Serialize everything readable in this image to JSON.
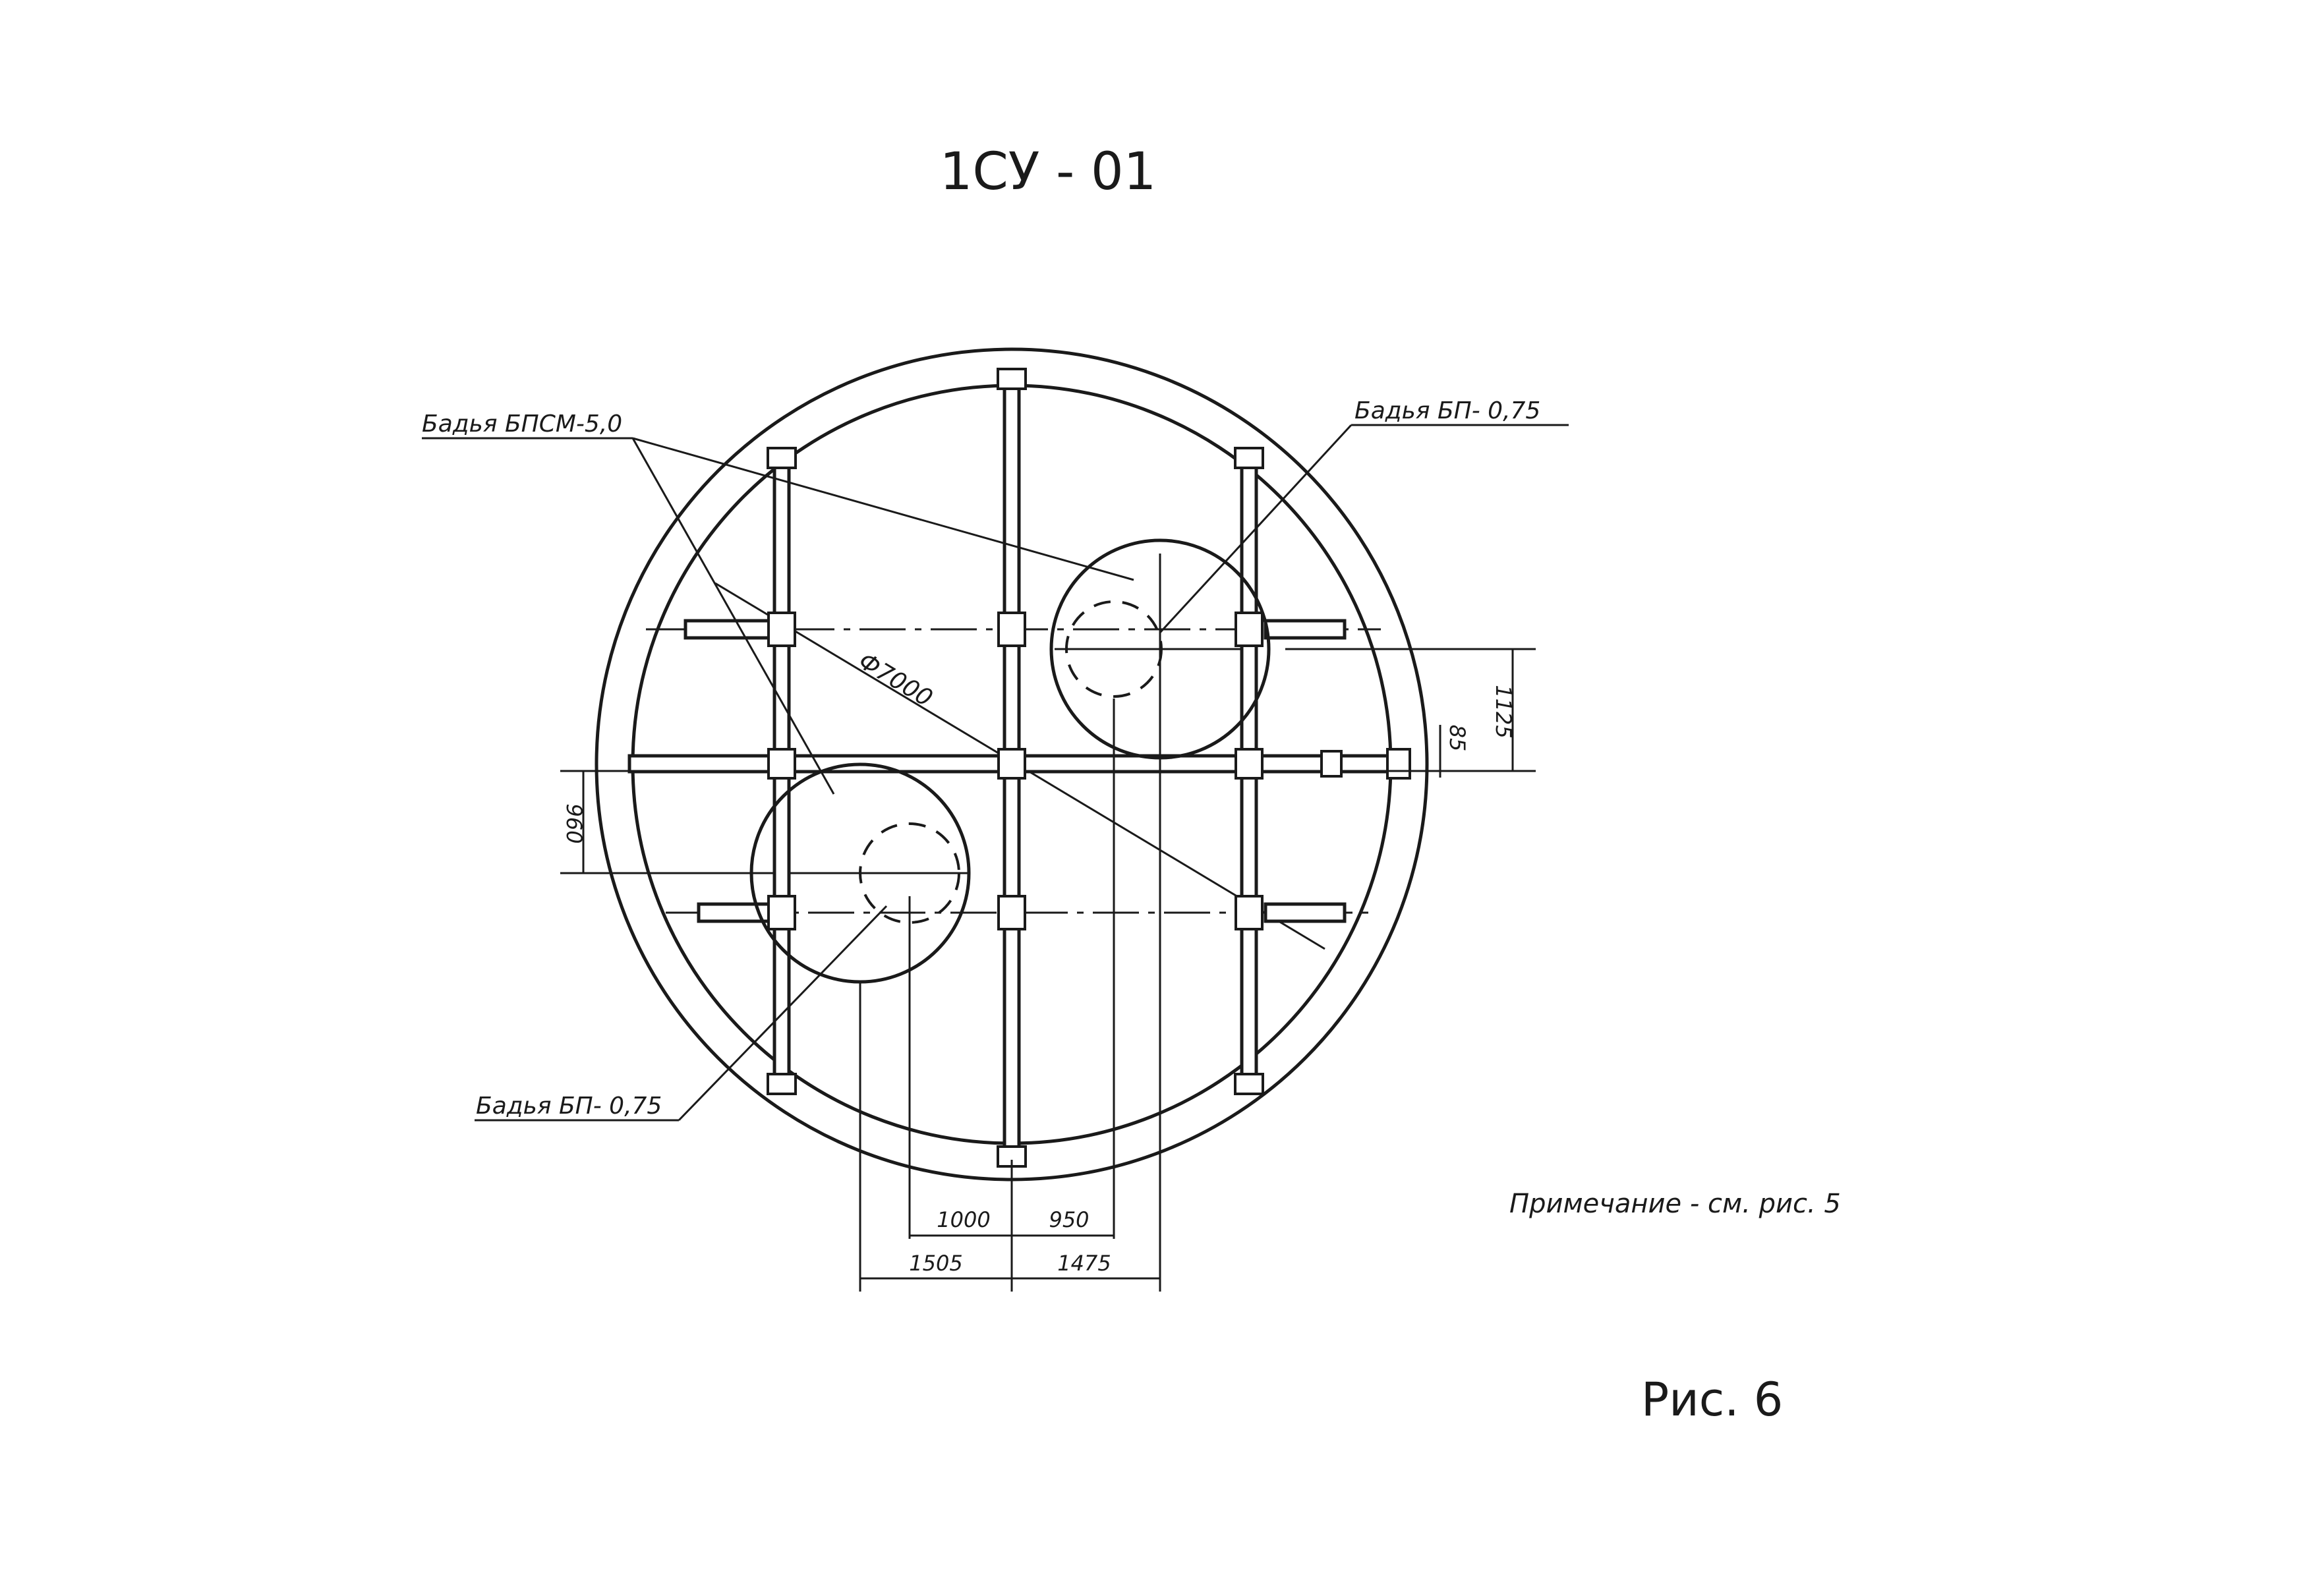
{
  "header": {
    "code": "1СУ - 01"
  },
  "labels": {
    "bucket_top_left": "Бадья БПСМ-5,0",
    "bucket_top_right": "Бадья БП- 0,75",
    "bucket_bottom_left": "Бадья БП- 0,75",
    "diameter": "Ф7000"
  },
  "dimensions": {
    "d1125": "1125",
    "d85": "85",
    "d960": "960",
    "d1000": "1000",
    "d950": "950",
    "d1505": "1505",
    "d1475": "1475"
  },
  "note": "Примечание - см. рис. 5",
  "figure": "Рис. 6"
}
